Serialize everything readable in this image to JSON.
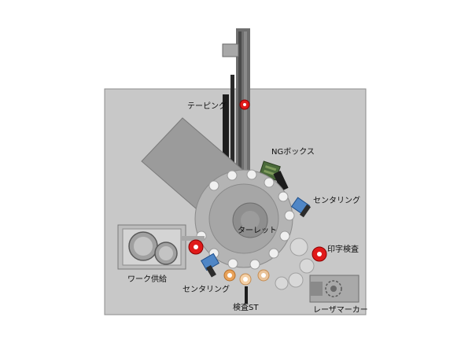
{
  "labels": {
    "taping": "テーピング",
    "ng_box": "NGボックス",
    "centering_right": "センタリング",
    "turret": "ターレット",
    "print_inspection": "印字検査",
    "work_supply": "ワーク供給",
    "centering_left": "センタリング",
    "inspection_st": "検査ST",
    "laser_marker": "レーザマーカー"
  },
  "colors": {
    "base_plate": "#c8c8c8",
    "base_edge": "#8c8c8c",
    "arm": "#9b9b9b",
    "turret_ring": "#b4b4b4",
    "turret_hub": "#8e8e8e",
    "tape_dark": "#1e1e1e",
    "red_station": "#e01a1a",
    "blue_unit": "#4f86c6",
    "green_board": "#4a6a3a",
    "orange_work": "#e8a25a"
  }
}
